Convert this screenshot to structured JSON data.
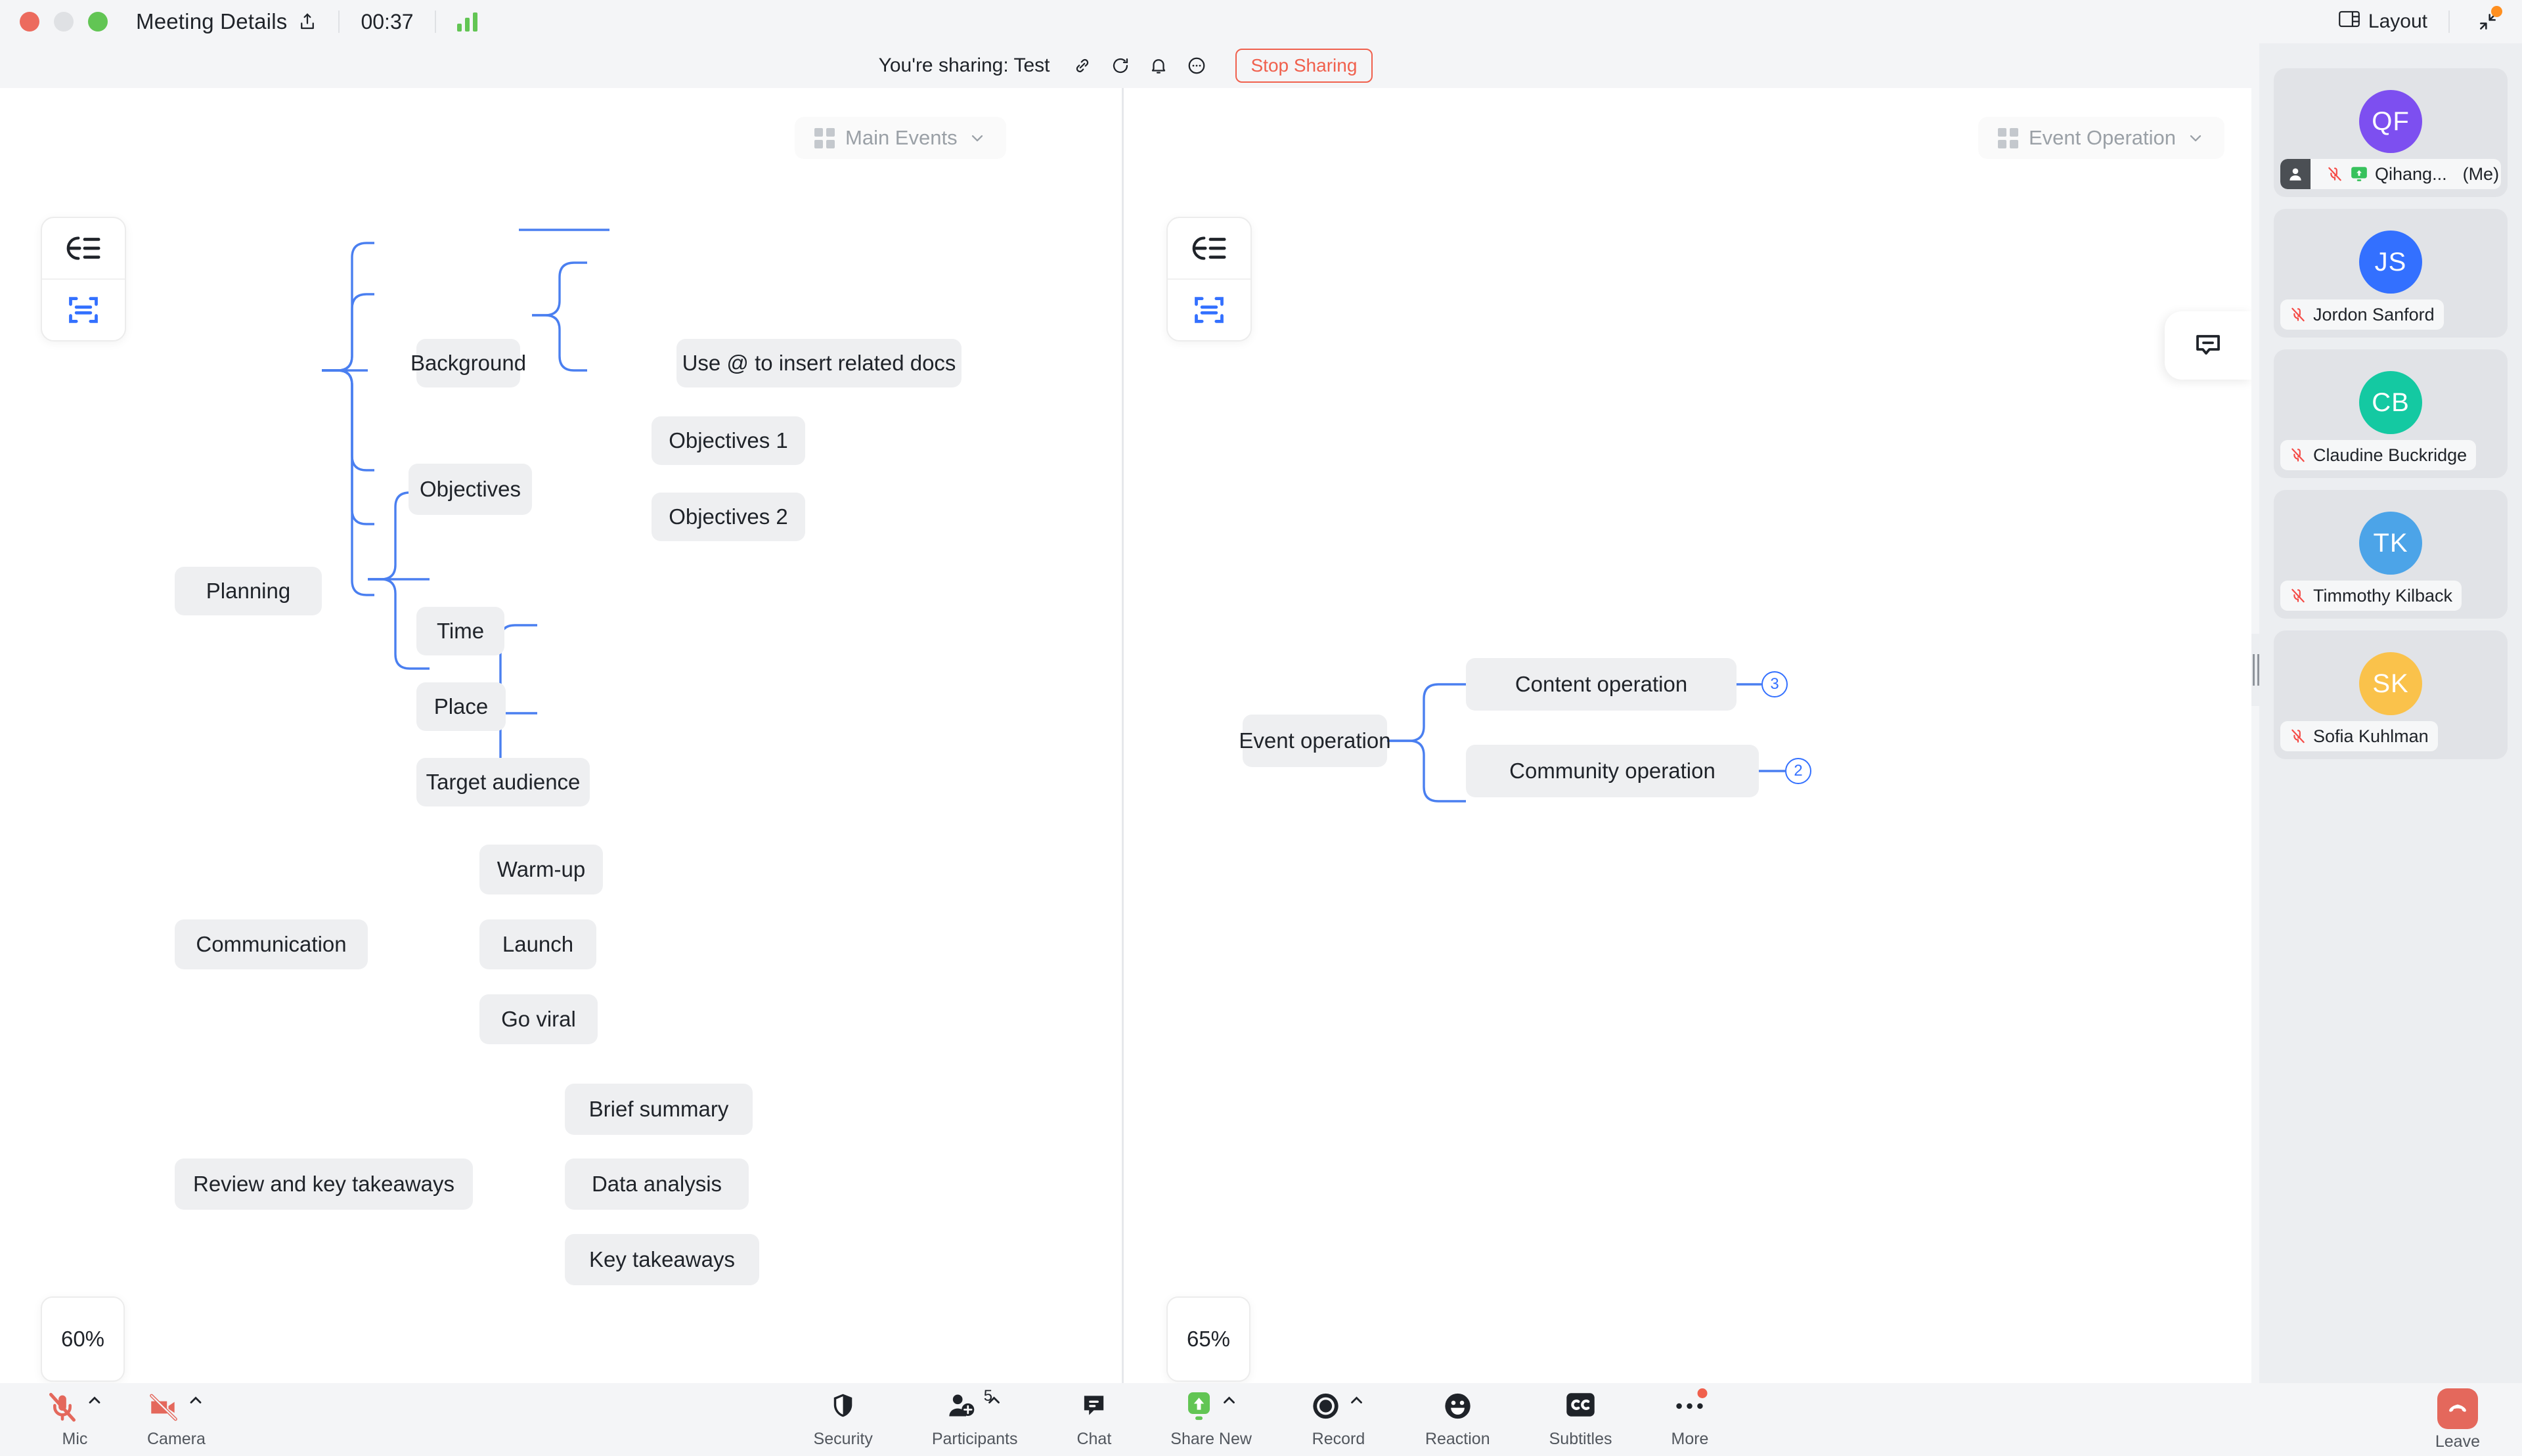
{
  "titlebar": {
    "title": "Meeting Details",
    "share_icon": "share-arrow-icon",
    "timer": "00:37",
    "signal_icon": "signal-bars-icon",
    "layout_label": "Layout",
    "layout_icon": "layout-icon",
    "minimize_icon": "collapse-arrows-icon"
  },
  "sharebar": {
    "status_text": "You're sharing: Test",
    "icons": [
      "link-icon",
      "refresh-icon",
      "bell-icon",
      "more-dots-icon"
    ],
    "stop_label": "Stop Sharing",
    "stop_color": "#f0604d"
  },
  "stage": {
    "left_panel": {
      "doc_chip": "Main Events",
      "zoom": "60%",
      "tools": [
        "outline-icon",
        "fit-screen-icon"
      ],
      "mindmap": {
        "roots": [
          {
            "label": "Planning",
            "children": [
              {
                "label": "Background",
                "children": [
                  {
                    "label": "Use @ to insert related docs"
                  }
                ]
              },
              {
                "label": "Objectives",
                "children": [
                  {
                    "label": "Objectives 1"
                  },
                  {
                    "label": "Objectives 2"
                  }
                ]
              },
              {
                "label": "Time"
              },
              {
                "label": "Place"
              },
              {
                "label": "Target audience"
              }
            ]
          },
          {
            "label": "Communication",
            "children": [
              {
                "label": "Warm-up"
              },
              {
                "label": "Launch"
              },
              {
                "label": "Go viral"
              }
            ]
          },
          {
            "label": "Review and key takeaways",
            "children": [
              {
                "label": "Brief summary"
              },
              {
                "label": "Data analysis"
              },
              {
                "label": "Key takeaways"
              }
            ]
          }
        ]
      }
    },
    "right_panel": {
      "doc_chip": "Event Operation",
      "zoom": "65%",
      "tools": [
        "outline-icon",
        "fit-screen-icon"
      ],
      "comment_icon": "comment-bubble-icon",
      "mindmap": {
        "roots": [
          {
            "label": "Event operation",
            "children": [
              {
                "label": "Content operation",
                "badge": "3"
              },
              {
                "label": "Community operation",
                "badge": "2"
              }
            ]
          }
        ]
      }
    }
  },
  "sidebar": {
    "participants": [
      {
        "initials": "QF",
        "color": "#7d4ff0",
        "name": "Qihang...",
        "me_label": "(Me)",
        "is_me": true,
        "muted": true,
        "sharing": true,
        "host_icon": "person-icon"
      },
      {
        "initials": "JS",
        "color": "#3370ff",
        "name": "Jordon Sanford",
        "muted": true
      },
      {
        "initials": "CB",
        "color": "#14c9a2",
        "name": "Claudine Buckridge",
        "muted": true
      },
      {
        "initials": "TK",
        "color": "#4ca4e8",
        "name": "Timmothy Kilback",
        "muted": true
      },
      {
        "initials": "SK",
        "color": "#fac24b",
        "name": "Sofia Kuhlman",
        "muted": true
      }
    ]
  },
  "bottombar": {
    "left": [
      {
        "label": "Mic",
        "icon": "mic-off-icon",
        "state": "off",
        "has_chevron": true
      },
      {
        "label": "Camera",
        "icon": "camera-off-icon",
        "state": "off",
        "has_chevron": true
      }
    ],
    "center": [
      {
        "label": "Security",
        "icon": "shield-icon"
      },
      {
        "label": "Participants",
        "icon": "participants-icon",
        "badge": "5",
        "has_chevron": true
      },
      {
        "label": "Chat",
        "icon": "chat-icon"
      },
      {
        "label": "Share New",
        "icon": "share-screen-icon",
        "state": "active",
        "has_chevron": true
      },
      {
        "label": "Record",
        "icon": "record-icon",
        "has_chevron": true
      },
      {
        "label": "Reaction",
        "icon": "reaction-icon"
      },
      {
        "label": "Subtitles",
        "icon": "cc-icon"
      },
      {
        "label": "More",
        "icon": "more-dots-icon",
        "has_dot": true
      }
    ],
    "leave": {
      "label": "Leave",
      "icon": "hangup-icon",
      "color": "#e4685c"
    }
  }
}
